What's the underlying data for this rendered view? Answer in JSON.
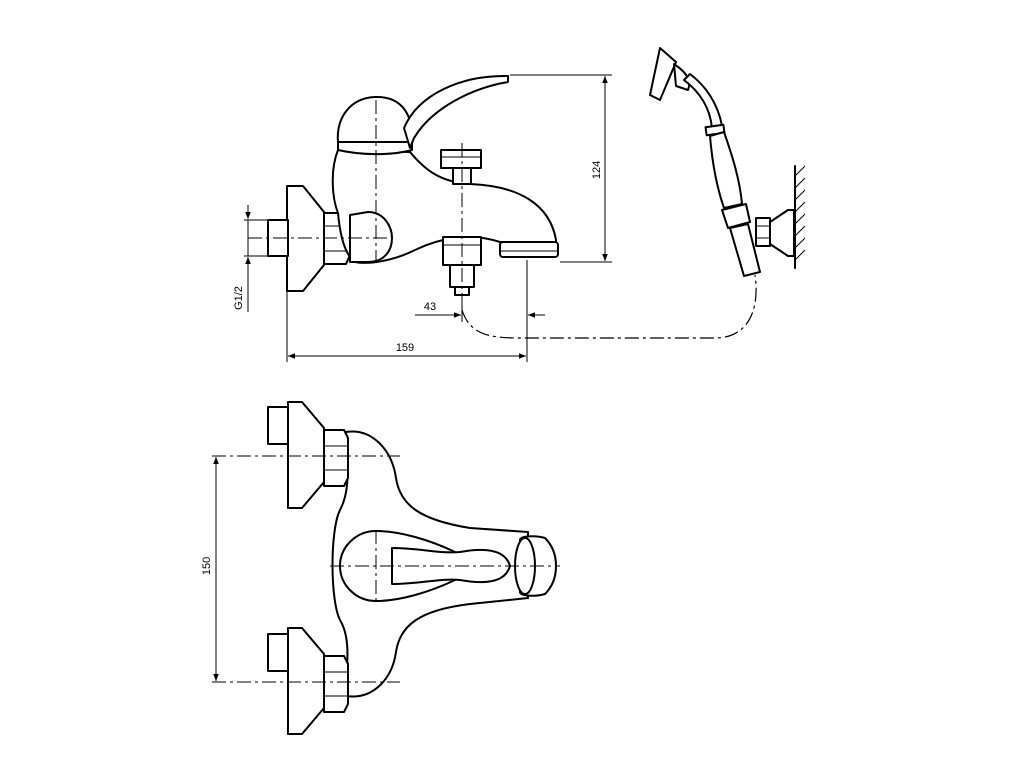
{
  "dimensions": {
    "height": "124",
    "thread": "G1/2",
    "spout_offset": "43",
    "projection": "159",
    "inlet_spacing": "150"
  }
}
